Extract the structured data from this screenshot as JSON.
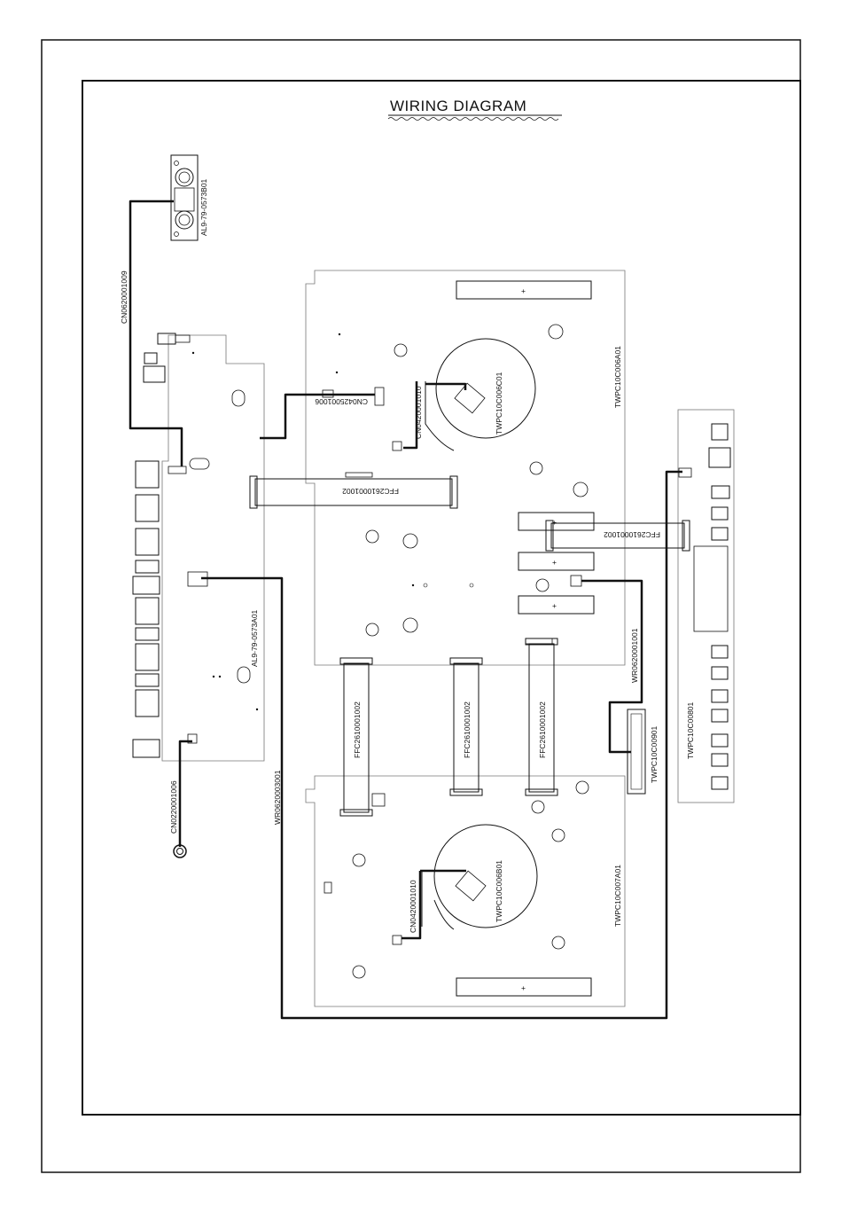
{
  "title": "WIRING DIAGRAM",
  "boards": {
    "jack_top": "AL9-79-0573B01",
    "left_panel": "AL9-79-0573A01",
    "deck_upper": "TWPC10C006A01",
    "deck_upper_disc": "TWPC10C006C01",
    "deck_lower": "TWPC10C007A01",
    "deck_lower_disc": "TWPC10C006B01",
    "right_panel": "TWPC10C00801",
    "small_board": "TWPC10C00901"
  },
  "cables": {
    "cn_top": "CN0620001009",
    "cn_mid": "CN0425001006",
    "cn_disc_upper": "CN0420001010",
    "cn_disc_lower": "CN0420001010",
    "cn_ground": "CN0220001006",
    "wr_long": "WR0620003001",
    "wr_right": "WR0620001001",
    "ffc_left": "FFC2610001002",
    "ffc_right": "FFC2610001002",
    "ffc_v1": "FFC2610001002",
    "ffc_v2": "FFC2610001002",
    "ffc_v3": "FFC2610001002"
  },
  "plus_sign": "+"
}
